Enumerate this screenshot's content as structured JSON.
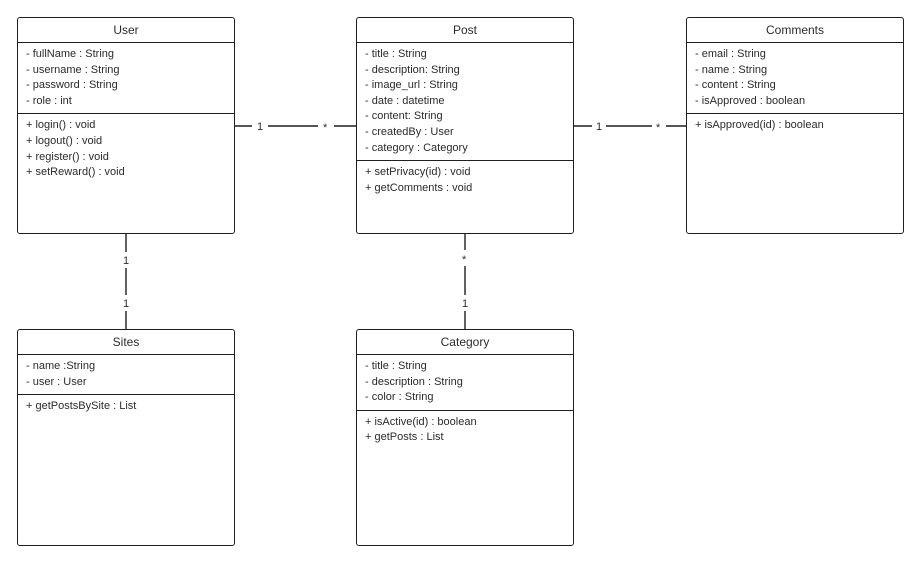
{
  "classes": {
    "user": {
      "name": "User",
      "attributes": [
        "- fullName : String",
        "- username : String",
        "- password : String",
        "- role : int"
      ],
      "operations": [
        "+ login() : void",
        "+ logout() : void",
        "+ register() : void",
        "+ setReward() : void"
      ]
    },
    "post": {
      "name": "Post",
      "attributes": [
        "- title : String",
        "- description: String",
        "- image_url : String",
        "- date : datetime",
        "- content: String",
        "- createdBy : User",
        "- category : Category"
      ],
      "operations": [
        "+ setPrivacy(id) : void",
        "+ getComments : void"
      ]
    },
    "comments": {
      "name": "Comments",
      "attributes": [
        "- email : String",
        "- name : String",
        "- content : String",
        "- isApproved : boolean"
      ],
      "operations": [
        "+ isApproved(id) : boolean"
      ]
    },
    "sites": {
      "name": "Sites",
      "attributes": [
        "- name :String",
        "- user : User"
      ],
      "operations": [
        "+ getPostsBySite : List"
      ]
    },
    "category": {
      "name": "Category",
      "attributes": [
        "- title : String",
        "- description : String",
        "- color : String"
      ],
      "operations": [
        "+ isActive(id) : boolean",
        "+ getPosts : List"
      ]
    }
  },
  "associations": {
    "user_post": {
      "from": "1",
      "to": "*"
    },
    "post_comments": {
      "from": "1",
      "to": "*"
    },
    "user_sites": {
      "from": "1",
      "to": "1"
    },
    "post_category": {
      "from": "*",
      "to": "1"
    }
  }
}
